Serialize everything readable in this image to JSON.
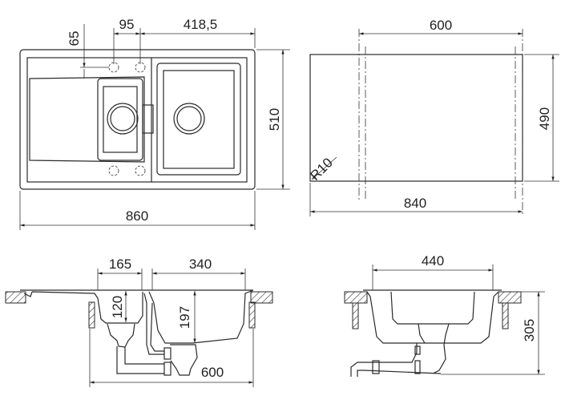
{
  "drawing": {
    "top_view": {
      "dim_hole_spacing": "95",
      "dim_right_offset": "418,5",
      "dim_hole_depth": "65",
      "dim_depth": "510",
      "dim_width": "860"
    },
    "cutout_view": {
      "dim_inner_width": "600",
      "dim_depth": "490",
      "dim_width": "840",
      "radius": "R10"
    },
    "front_section": {
      "dim_small_bowl": "165",
      "dim_large_bowl": "340",
      "dim_small_depth": "120",
      "dim_large_depth": "197",
      "dim_cabinet": "600"
    },
    "side_section": {
      "dim_width": "440",
      "dim_height": "305"
    },
    "line_color": "#2a2a2a"
  }
}
